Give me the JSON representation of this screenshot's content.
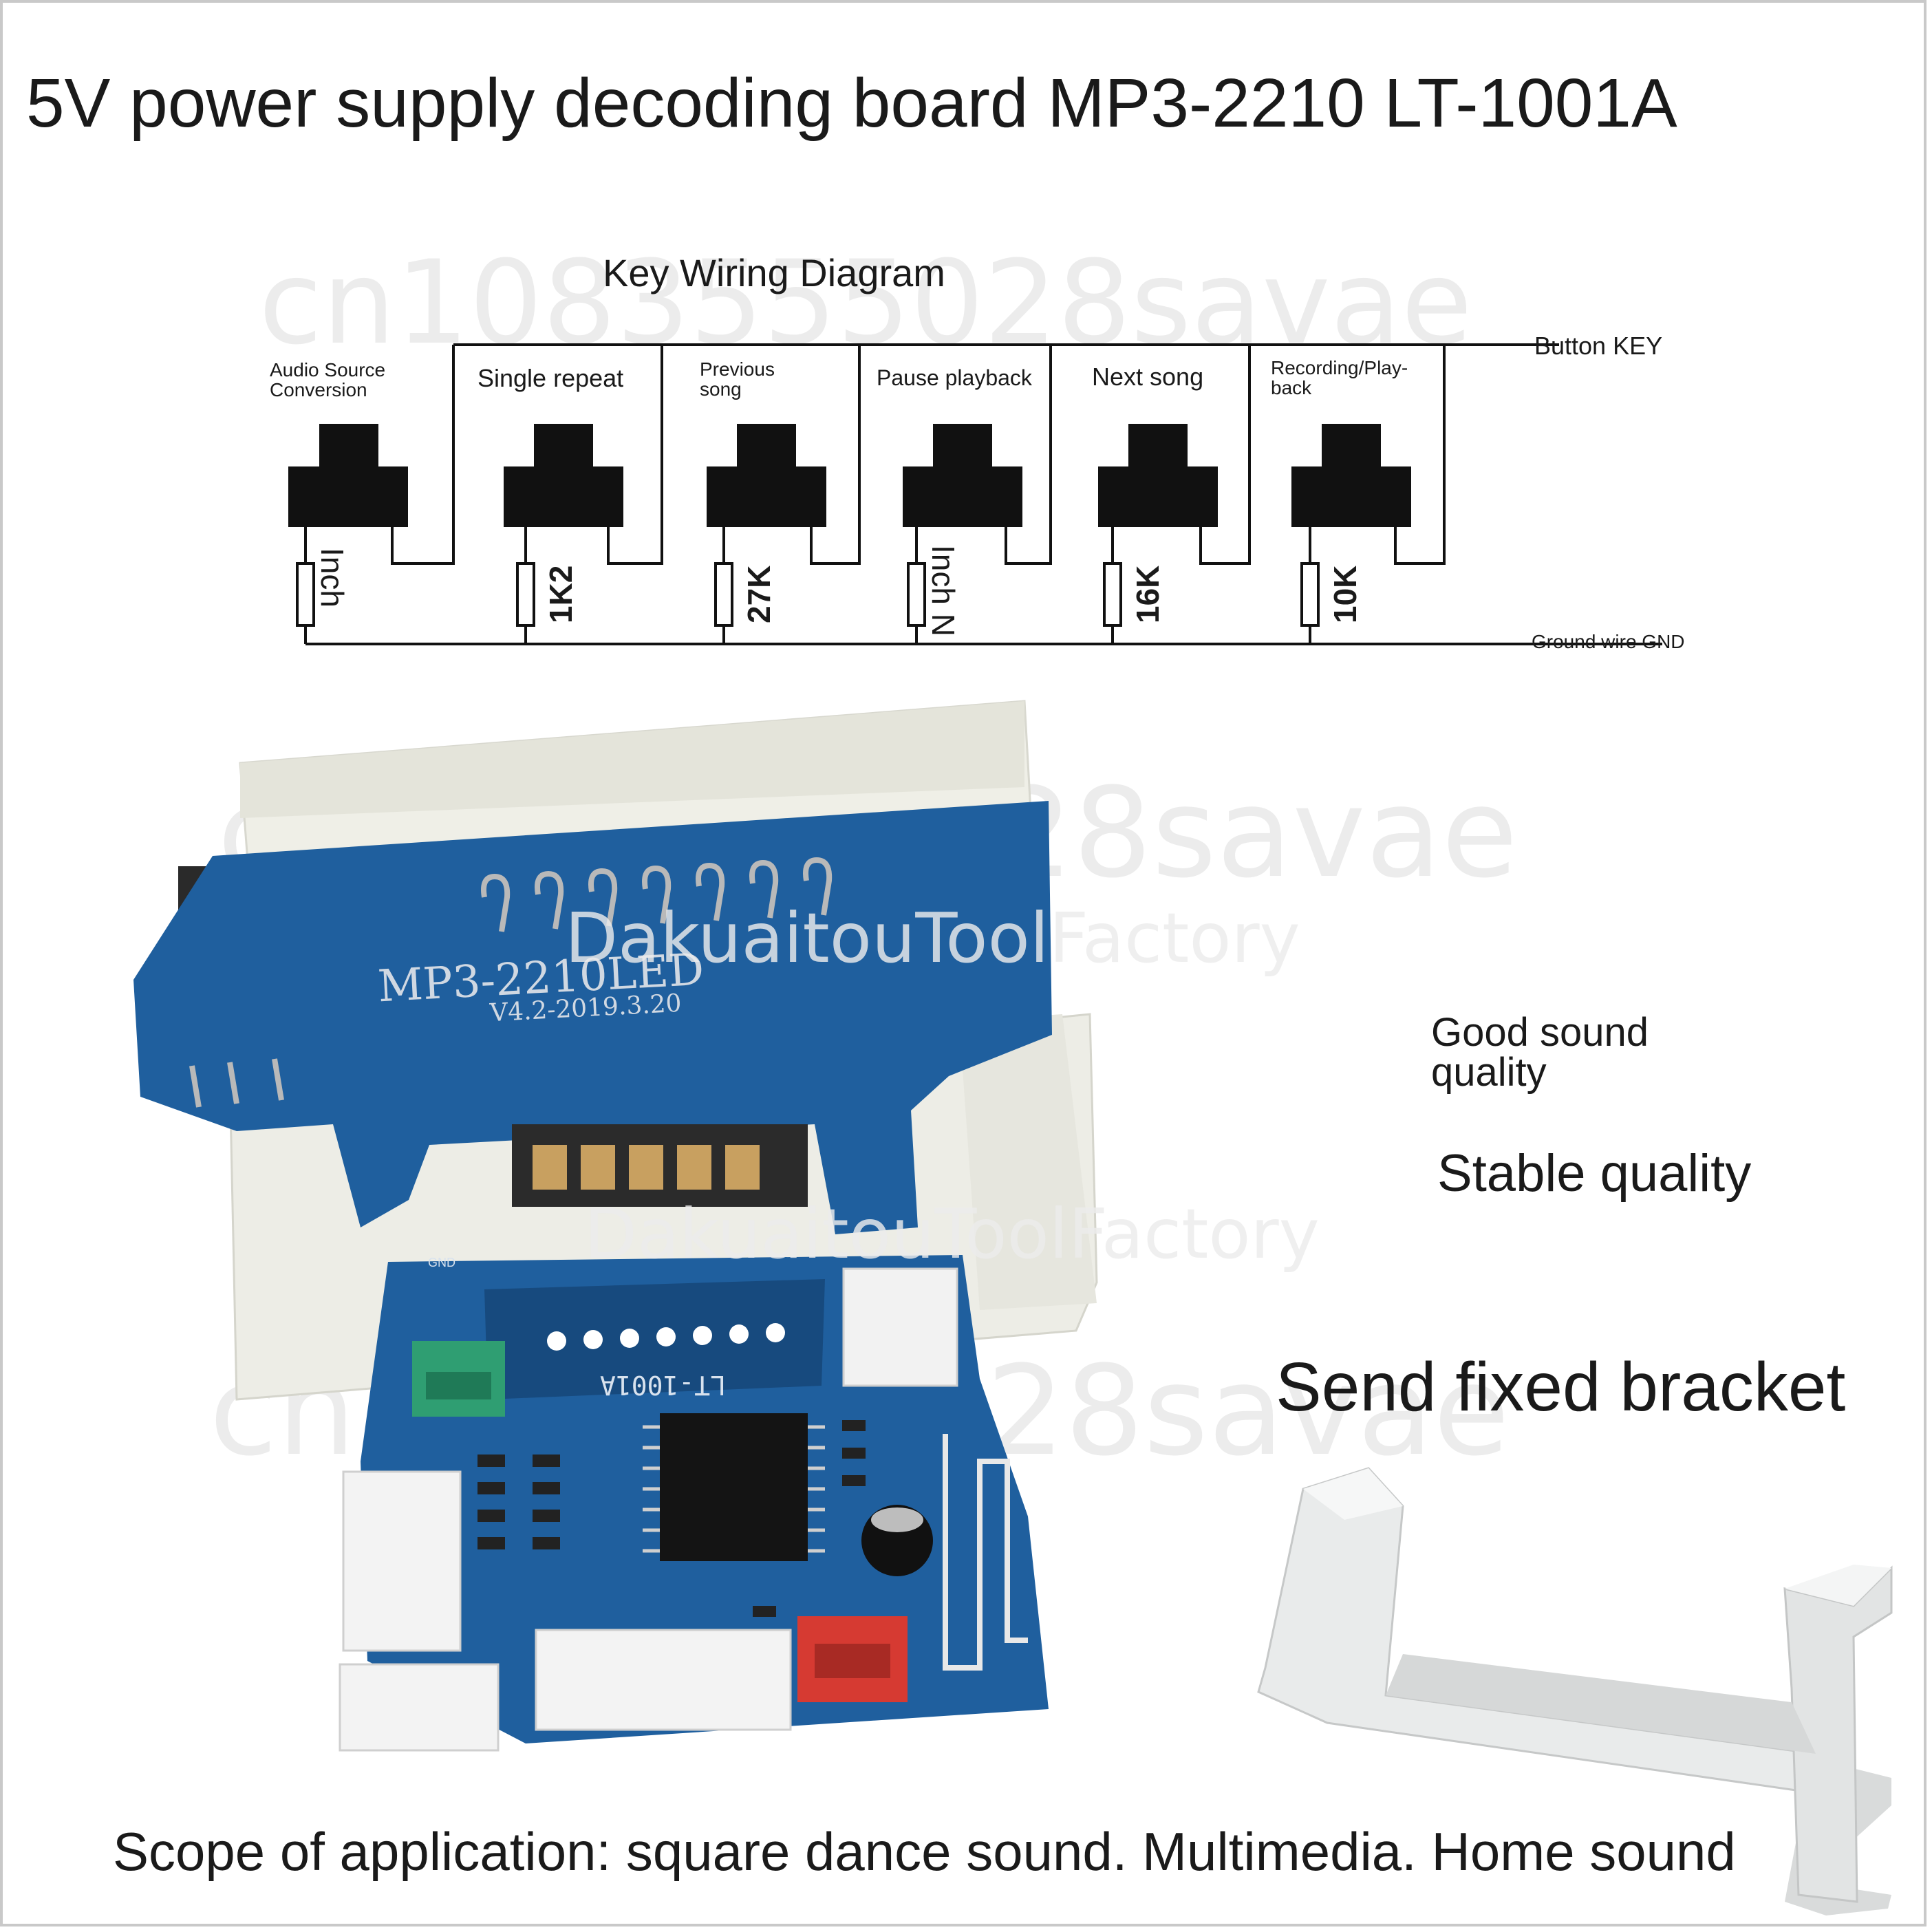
{
  "title": "5V power supply decoding board MP3-2210 LT-1001A",
  "diagram": {
    "title": "Key Wiring Diagram",
    "rail_top_label": "Button KEY",
    "rail_bottom_label": "Ground wire GND",
    "keys": [
      {
        "label": "Audio Source Conversion",
        "resistor": "Inch"
      },
      {
        "label": "Single repeat",
        "resistor": "1K2"
      },
      {
        "label": "Previous song",
        "resistor": "27K"
      },
      {
        "label": "Pause playback",
        "resistor": "Inch N"
      },
      {
        "label": "Next song",
        "resistor": "16K"
      },
      {
        "label": "Recording/Play-back",
        "resistor": "10K"
      }
    ]
  },
  "watermarks": {
    "store": "cn1083555028savae",
    "brand": "DakuaitouToolFactory"
  },
  "board": {
    "silk_top": "MP3-2210LED",
    "silk_version": "V4.2-2019.3.20",
    "silk_chip": "LT-1001A",
    "silk_gnd": "GND"
  },
  "features": {
    "sound": "Good sound quality",
    "stable": "Stable quality",
    "bracket": "Send fixed bracket"
  },
  "footer": "Scope of application: square dance sound. Multimedia. Home sound",
  "colors": {
    "pcb_blue": "#1f5f9e",
    "pcb_dark": "#174a7e",
    "frame": "#efefe9",
    "connector_red": "#d63a32",
    "connector_green": "#2f9e72",
    "button_black": "#111111"
  }
}
